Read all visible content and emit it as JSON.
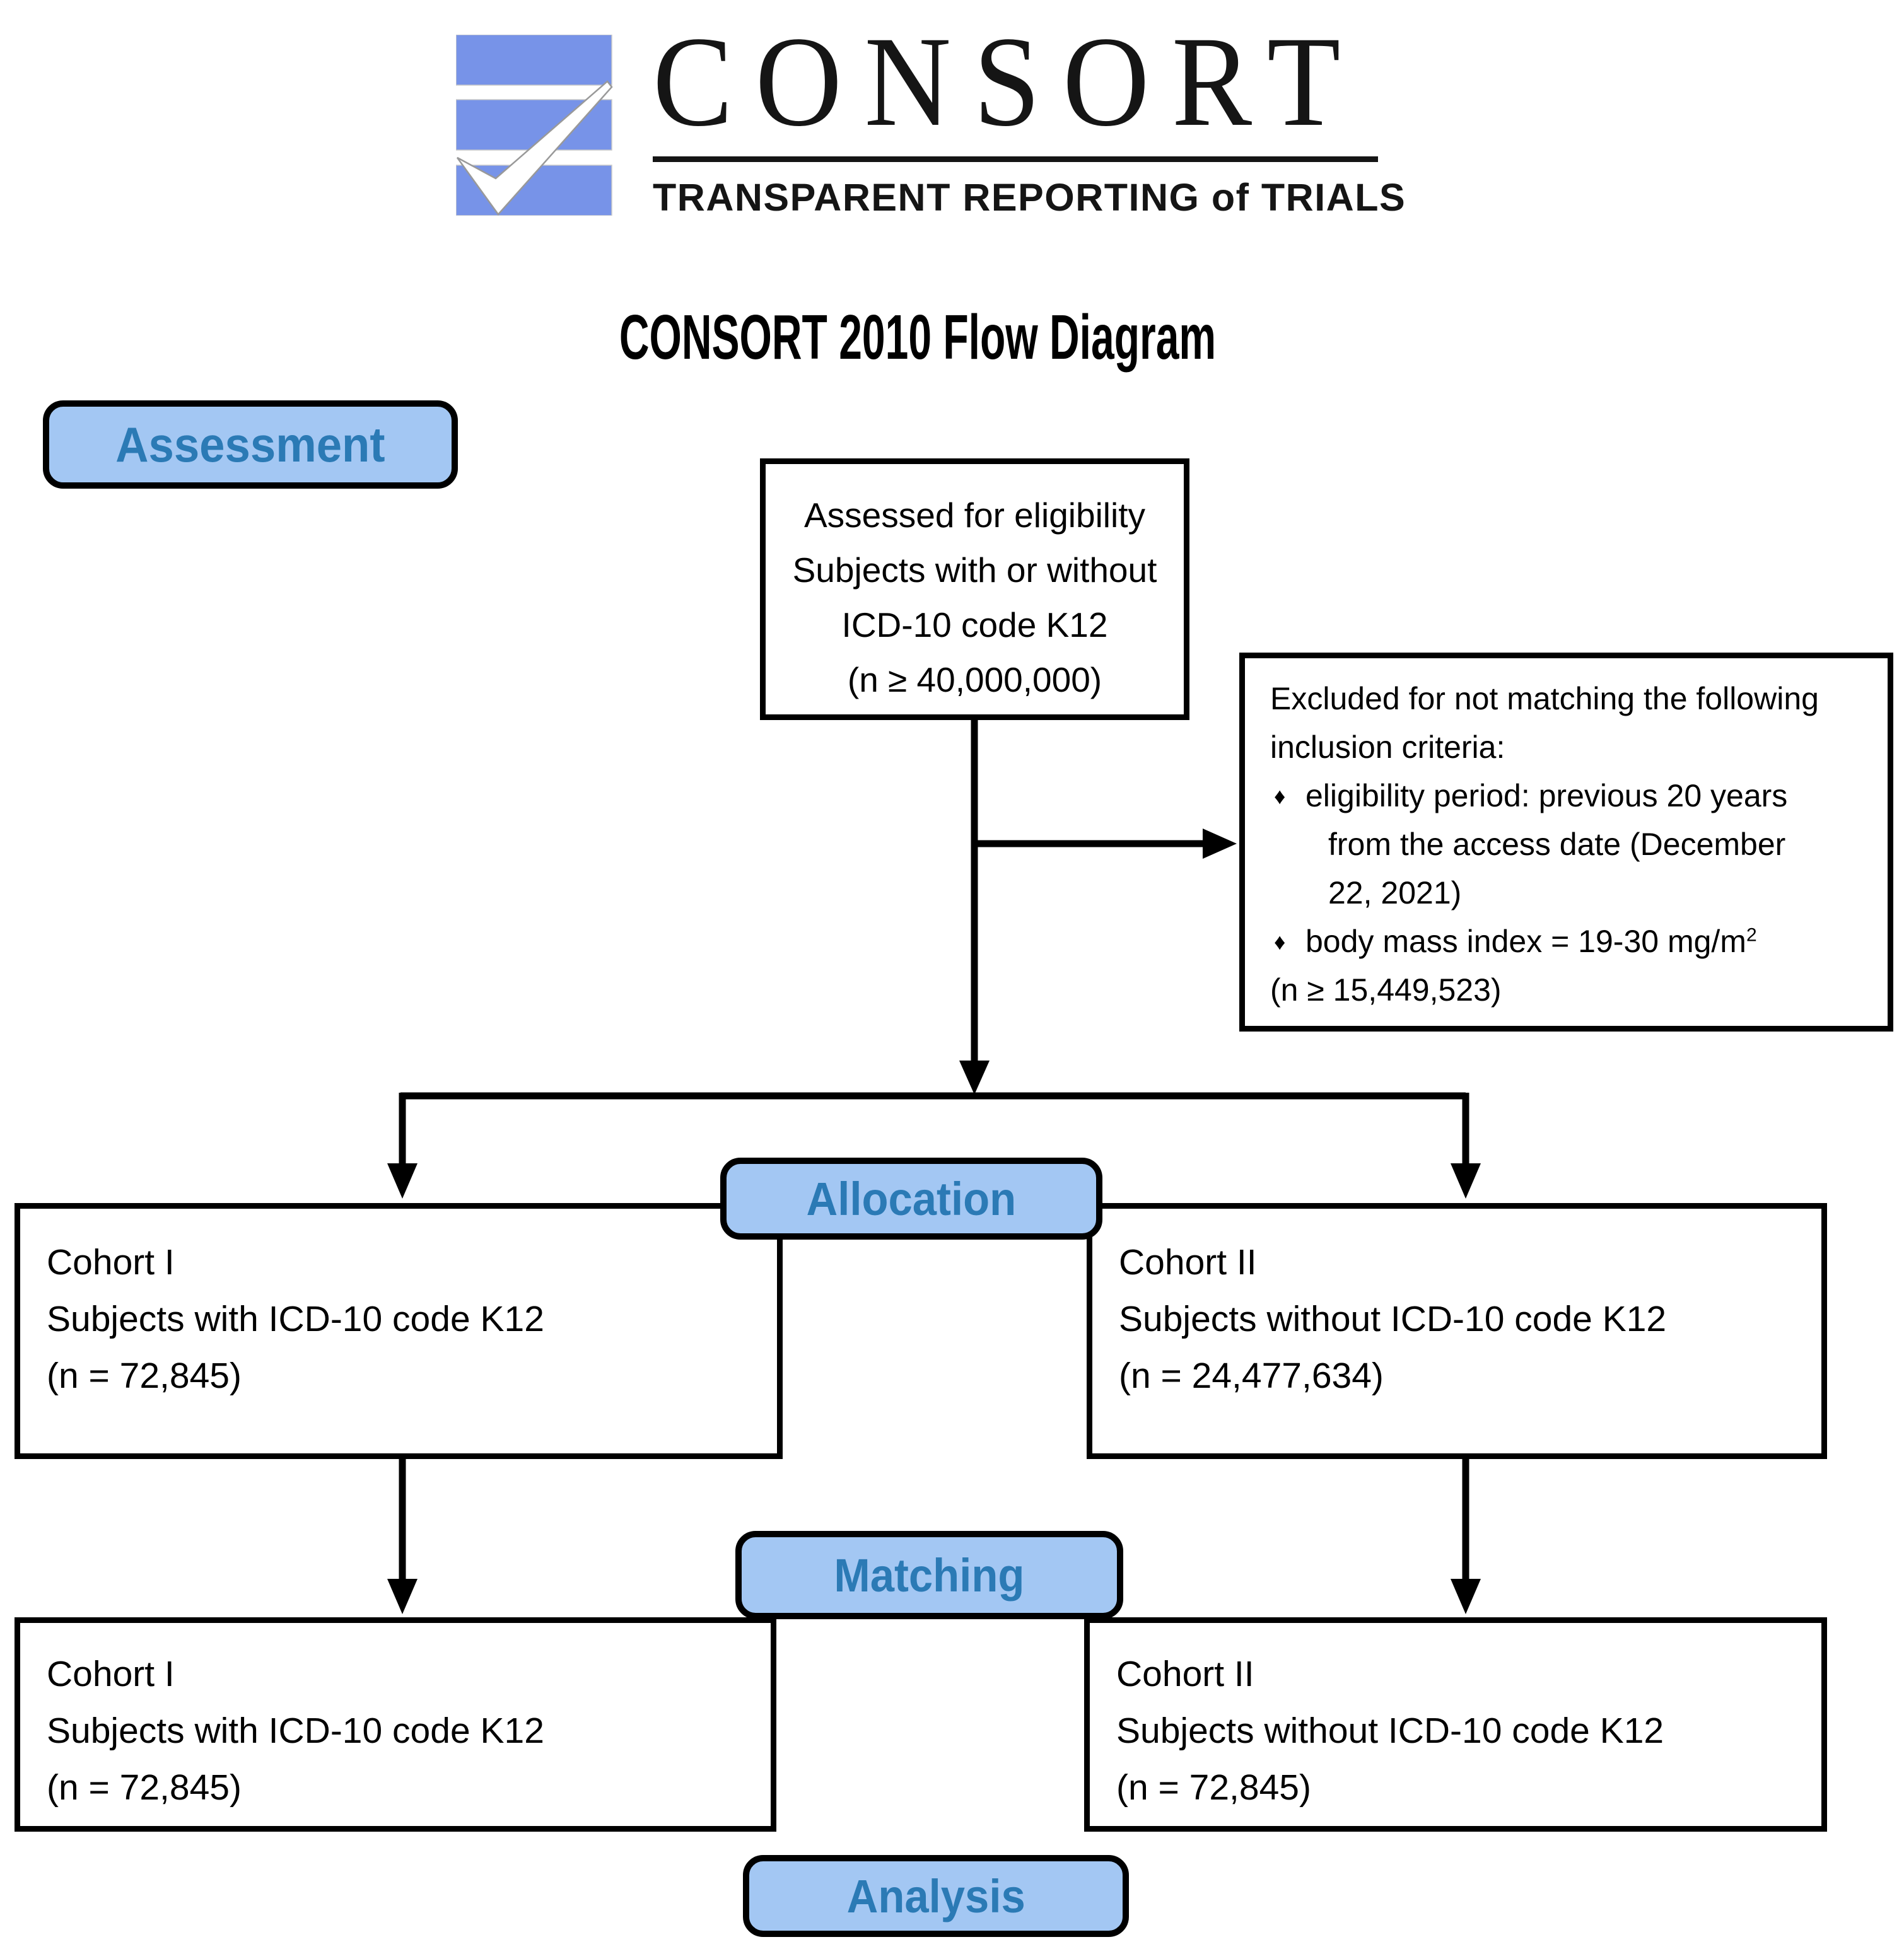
{
  "logo": {
    "wordmark": "CONSORT",
    "tagline": "TRANSPARENT REPORTING of TRIALS",
    "icon": "checkmark-over-list"
  },
  "title": "CONSORT 2010 Flow Diagram",
  "stages": {
    "assessment": "Assessment",
    "allocation": "Allocation",
    "matching": "Matching",
    "analysis": "Analysis"
  },
  "boxes": {
    "assessed": {
      "lines": [
        "Assessed for eligibility",
        "Subjects with or without",
        "ICD-10 code K12",
        "(n ≥ 40,000,000)"
      ]
    },
    "excluded": {
      "intro_line1": "Excluded for not matching the following",
      "intro_line2": "inclusion criteria:",
      "bullet_char": "♦",
      "bullet1_line1": "eligibility period: previous 20 years",
      "bullet1_line2": "from the access date (December",
      "bullet1_line3": "22, 2021)",
      "bullet2_text": "body mass index = 19-30 mg/m",
      "bullet2_sup": "2",
      "n_line": "(n ≥ 15,449,523)"
    },
    "alloc_left": {
      "line1": "Cohort I",
      "line2": "Subjects with ICD-10 code K12",
      "line3": "(n = 72,845)"
    },
    "alloc_right": {
      "line1": "Cohort II",
      "line2": "Subjects without ICD-10 code K12",
      "line3": "(n = 24,477,634)"
    },
    "match_left": {
      "line1": "Cohort I",
      "line2": "Subjects with ICD-10 code K12",
      "line3": "(n = 72,845)"
    },
    "match_right": {
      "line1": "Cohort II",
      "line2": "Subjects without ICD-10 code K12",
      "line3": "(n = 72,845)"
    }
  },
  "colors": {
    "stage_fill": "#a3c7f3",
    "stage_text": "#2b7ab5",
    "logo_blue": "#7793e8",
    "line": "#000000"
  }
}
